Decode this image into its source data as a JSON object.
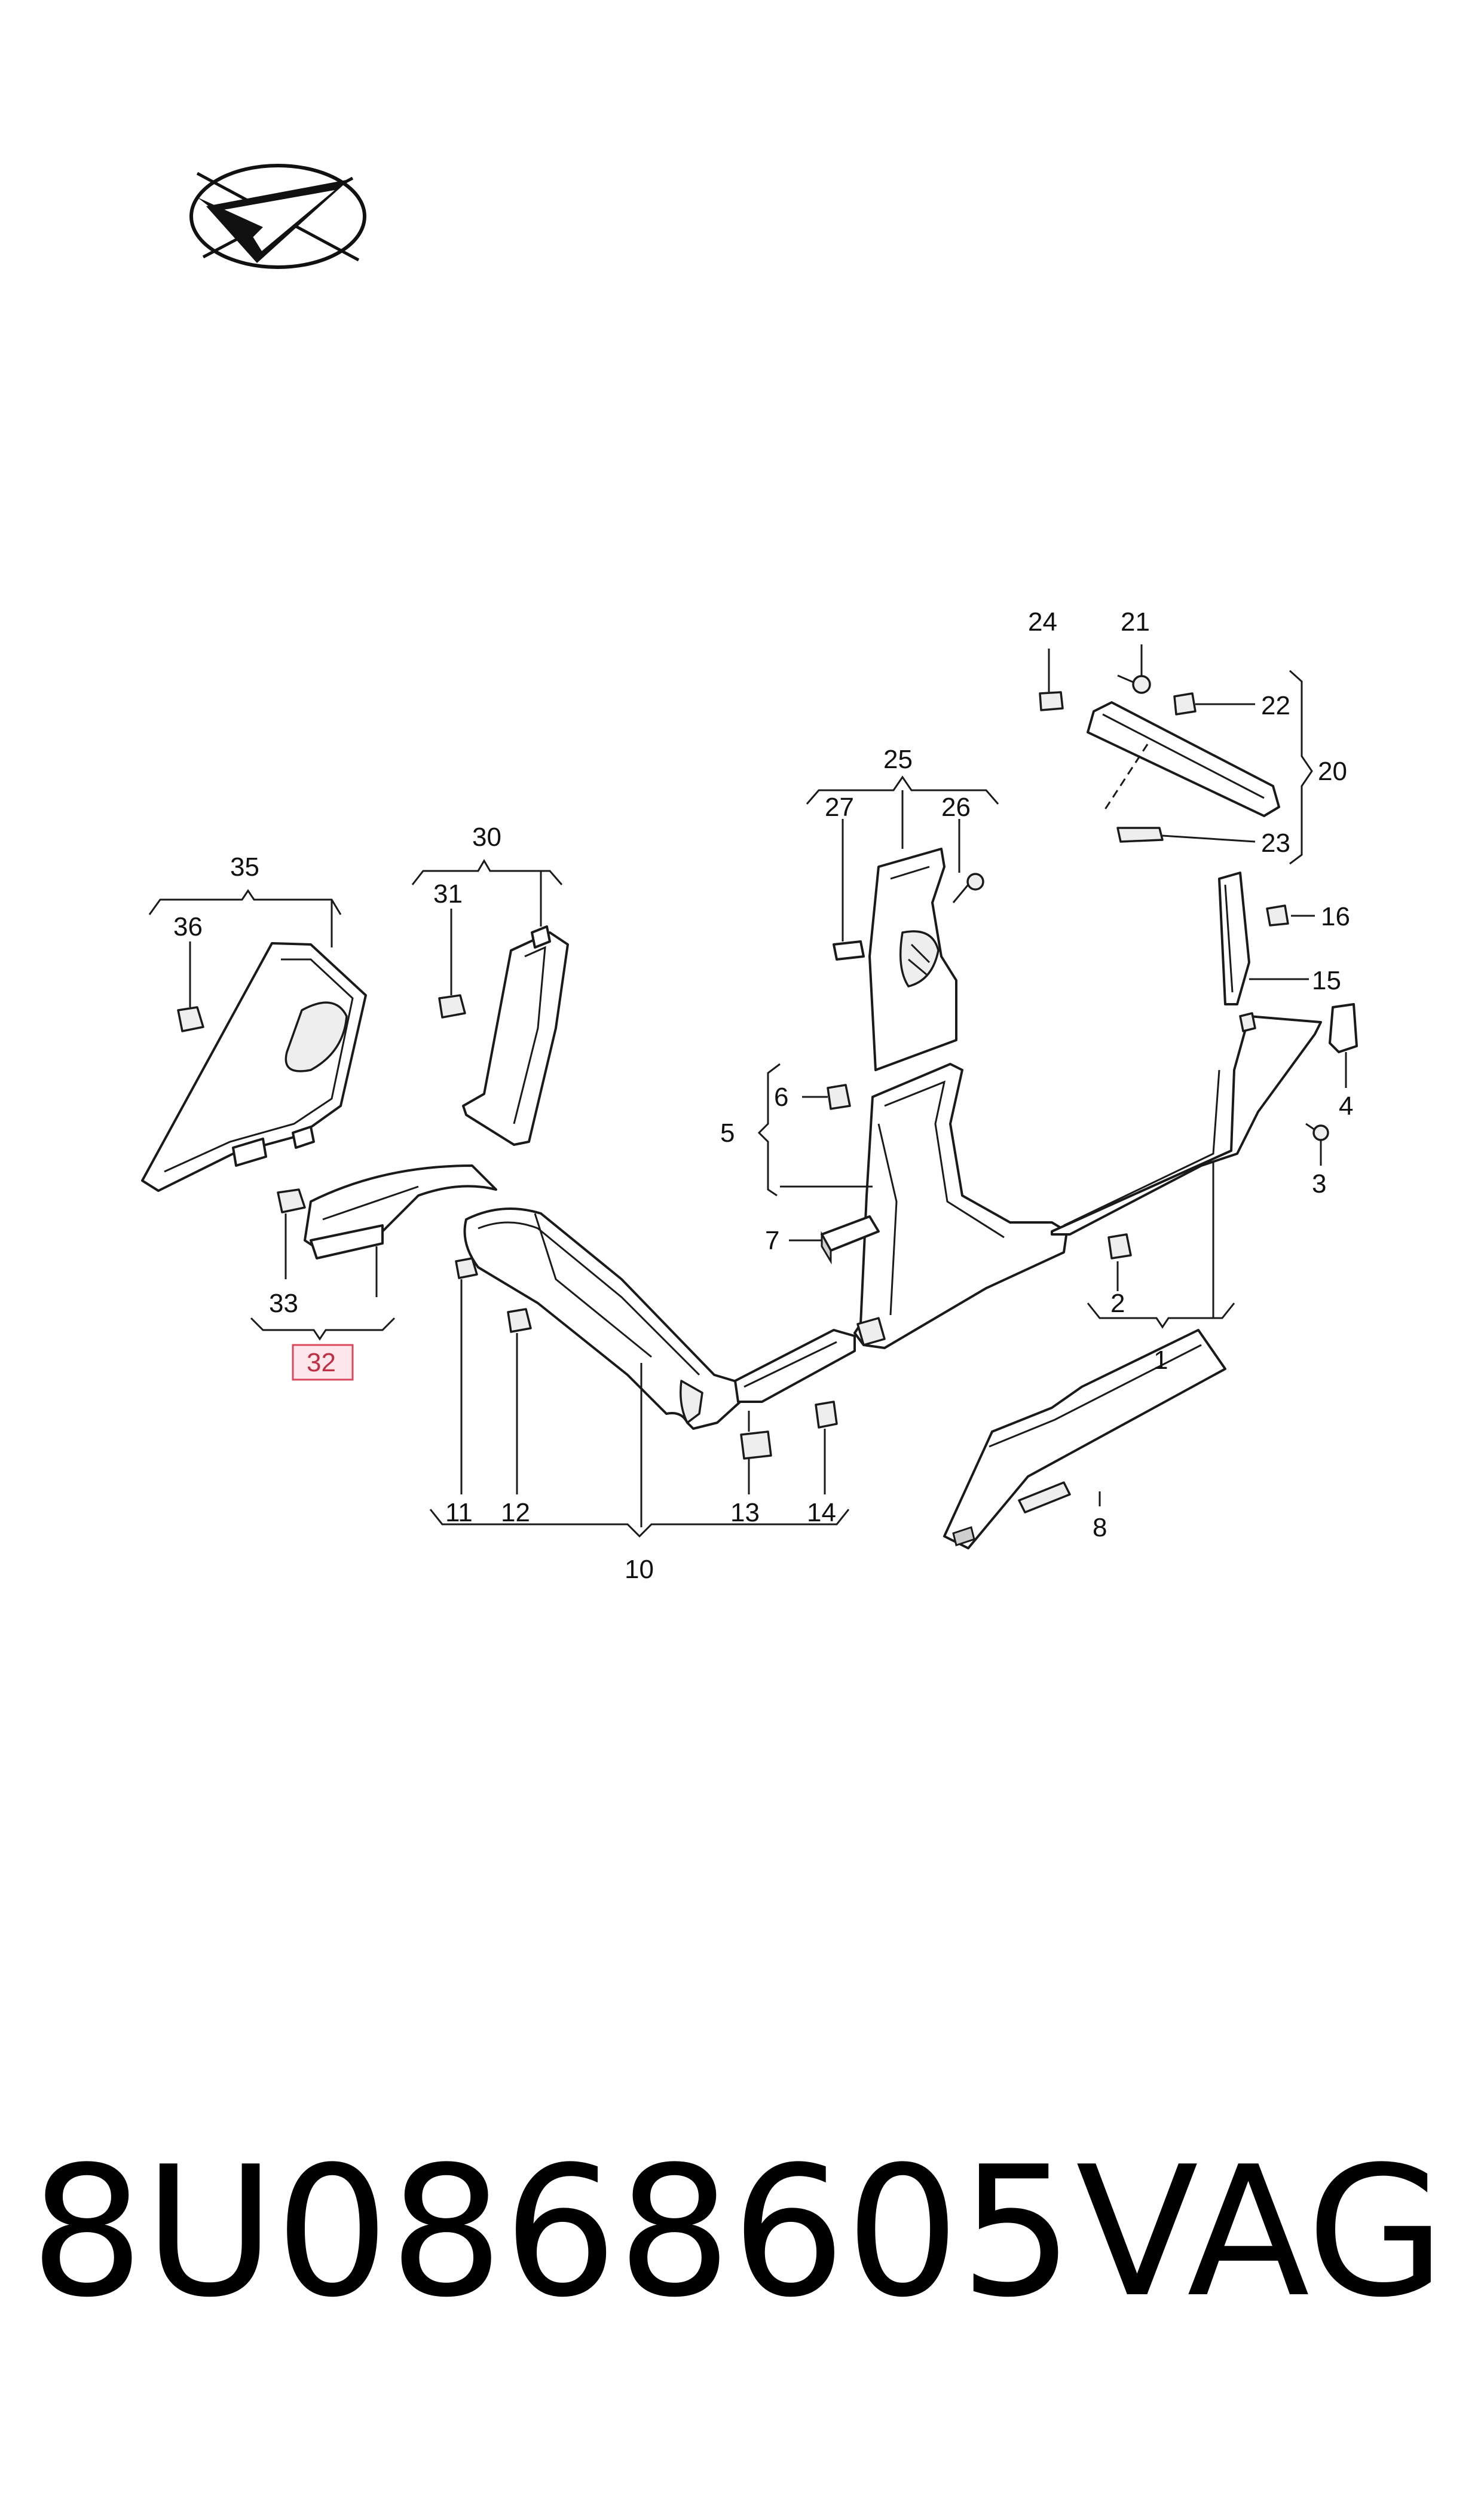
{
  "callouts": {
    "c1": "1",
    "c2": "2",
    "c3": "3",
    "c4": "4",
    "c5": "5",
    "c6": "6",
    "c7": "7",
    "c8": "8",
    "c10": "10",
    "c11": "11",
    "c12": "12",
    "c13": "13",
    "c14": "14",
    "c15": "15",
    "c16": "16",
    "c20": "20",
    "c21": "21",
    "c22": "22",
    "c23": "23",
    "c24": "24",
    "c25": "25",
    "c26": "26",
    "c27": "27",
    "c30": "30",
    "c31": "31",
    "c32": "32",
    "c33": "33",
    "c35": "35",
    "c36": "36"
  },
  "highlighted_callout": "32",
  "highlight_color": "#d9485f",
  "footer": {
    "part_number": "8U0868605",
    "brand": "VAG"
  },
  "logo": {
    "icon": "check-arrow-logo-icon"
  }
}
